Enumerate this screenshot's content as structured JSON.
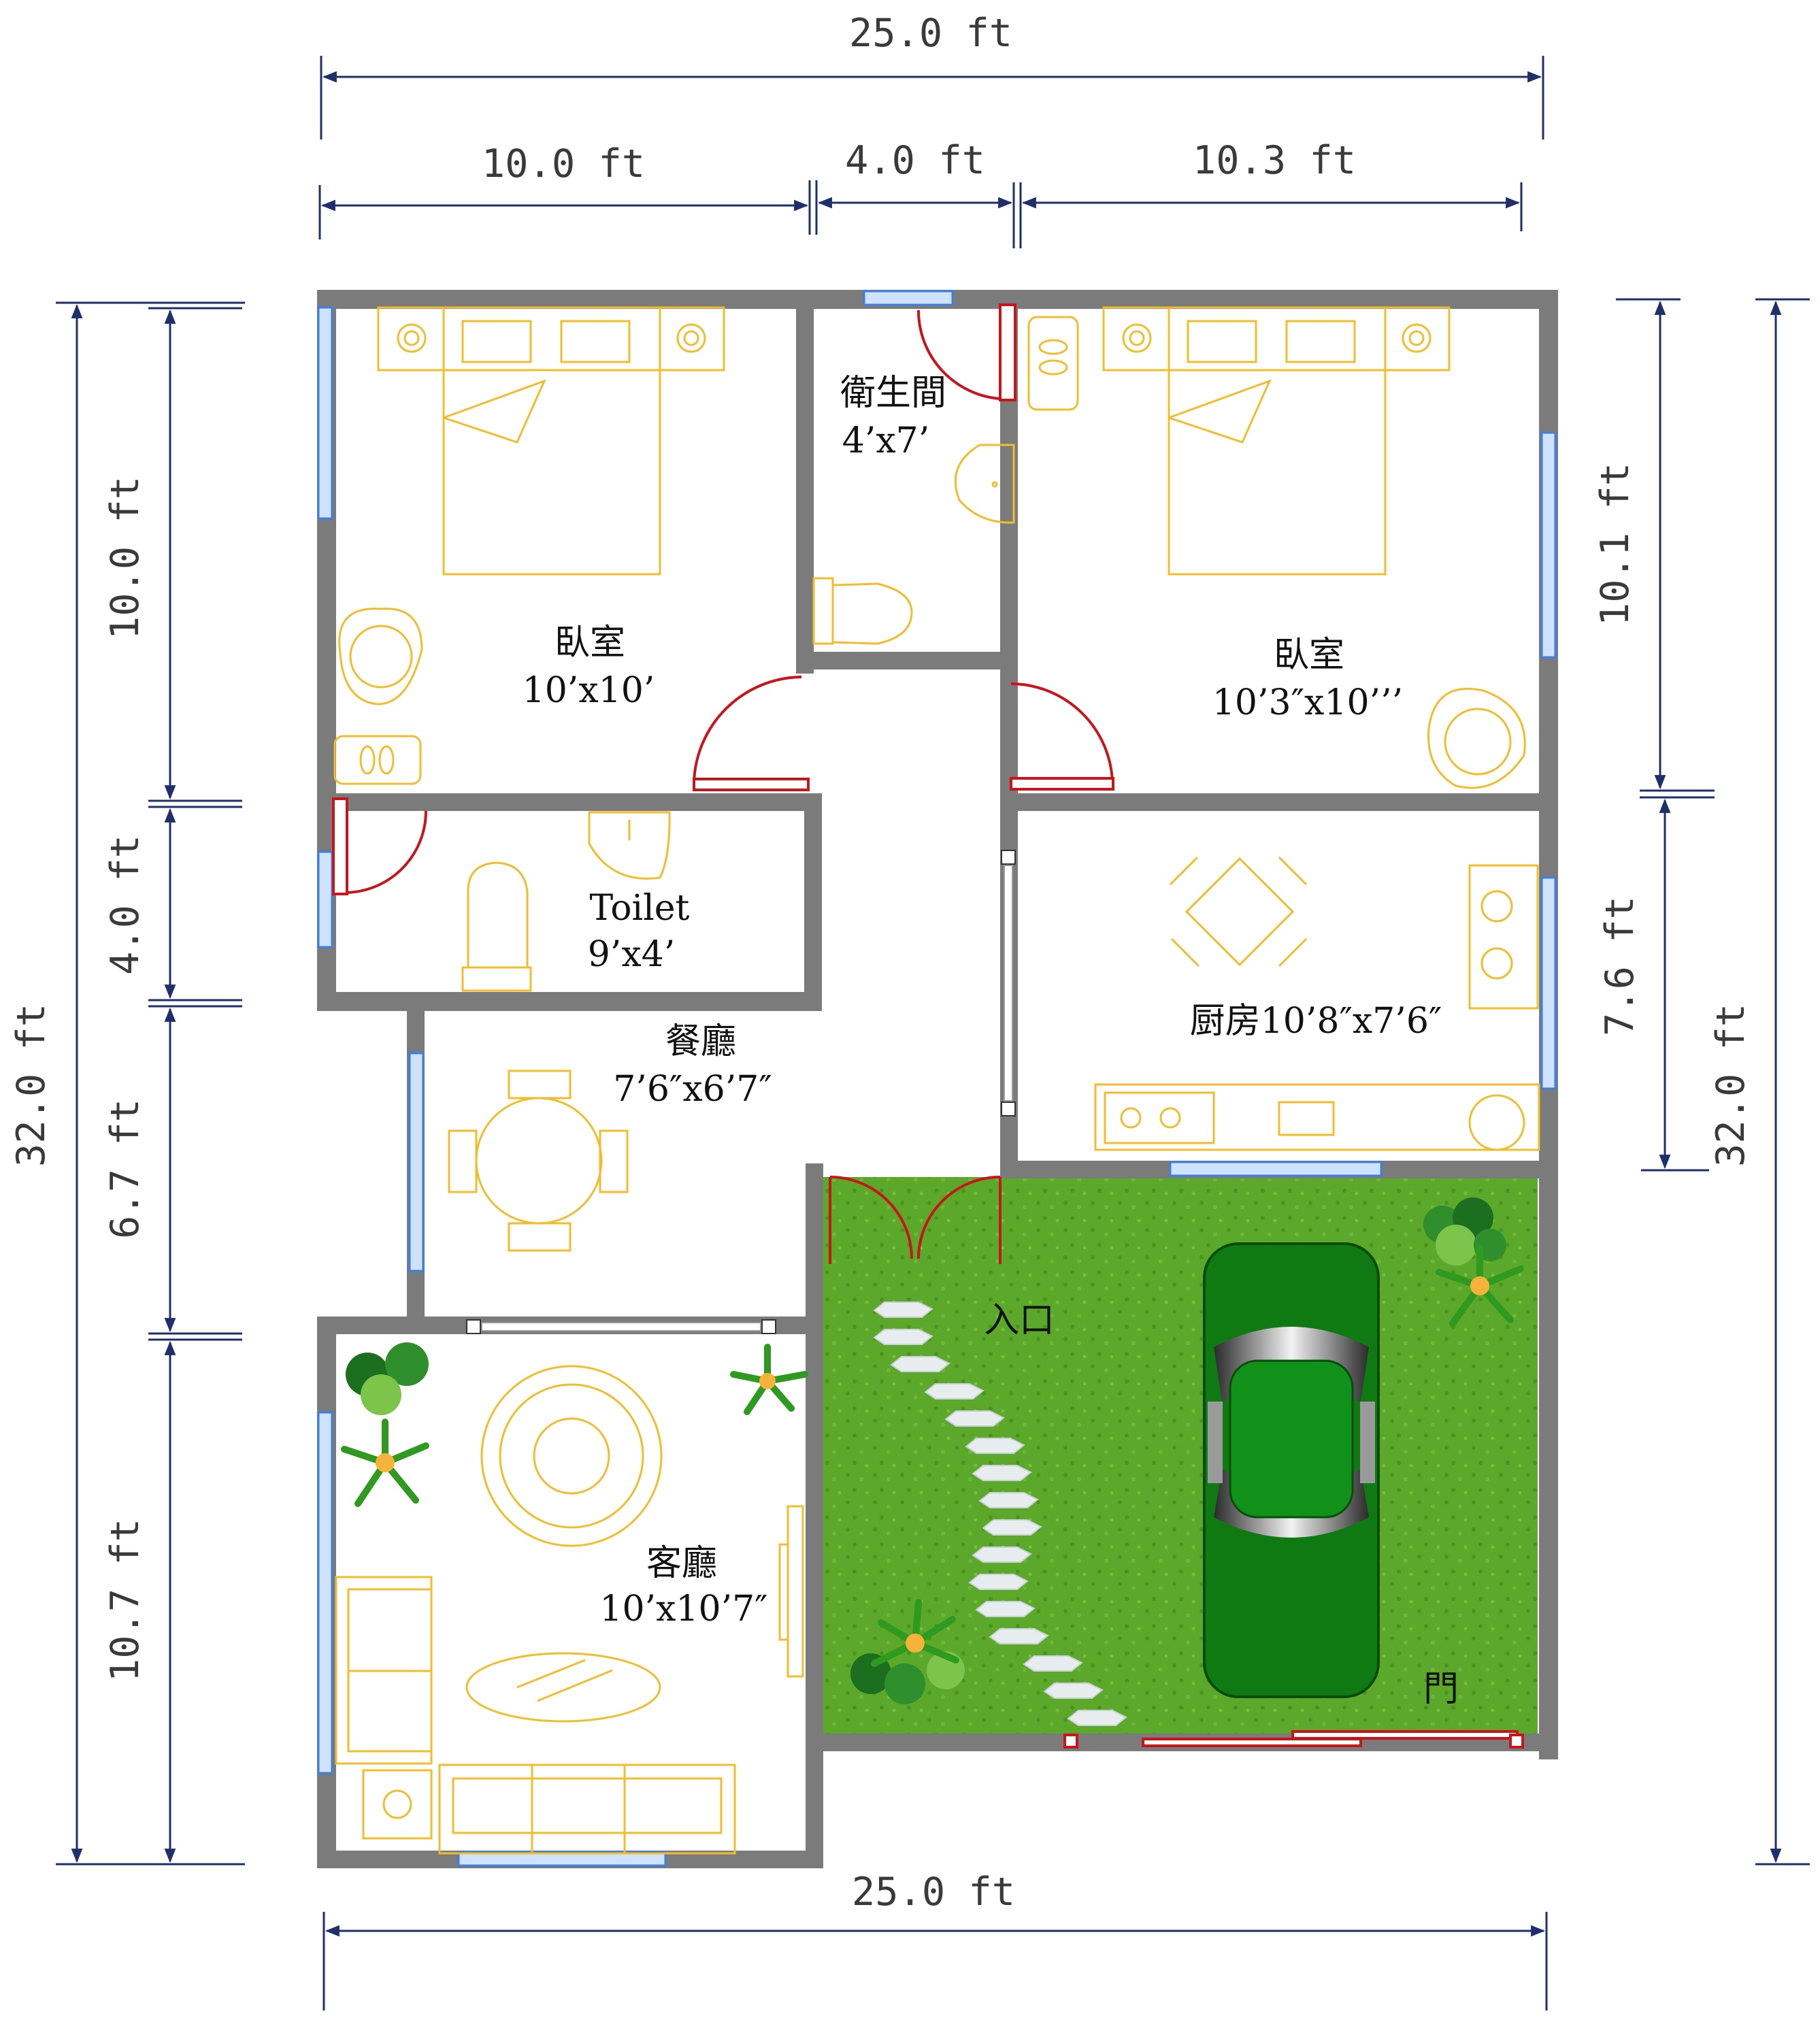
{
  "plan": {
    "overall_width_top": "25.0 ft",
    "overall_width_bottom": "25.0 ft",
    "overall_height_left": "32.0 ft",
    "overall_height_right": "32.0 ft",
    "top_segments": [
      "10.0 ft",
      "4.0 ft",
      "10.3 ft"
    ],
    "left_segments": [
      "10.0 ft",
      "4.0 ft",
      "6.7 ft",
      "10.7 ft"
    ],
    "right_segments": [
      "10.1 ft",
      "7.6 ft"
    ]
  },
  "rooms": {
    "bedroom_left": {
      "name": "臥室",
      "size": "10’x10’"
    },
    "bathroom": {
      "name": "衛生間",
      "size": "4’x7’"
    },
    "bedroom_right": {
      "name": "臥室",
      "size": "10’3″x10’’’"
    },
    "toilet": {
      "name": "Toilet",
      "size": "9’x4’"
    },
    "dining": {
      "name": "餐廳",
      "size": "7’6″x6’7″"
    },
    "kitchen": {
      "label": "厨房10’8″x7’6″"
    },
    "living": {
      "name": "客廳",
      "size": "10’x10’7″"
    },
    "entrance": {
      "label": "入口"
    },
    "gate": {
      "label": "門"
    }
  },
  "colors": {
    "wall": "#7b7b7b",
    "furniture": "#f2bd2c",
    "door": "#c8141a",
    "window": "#3d7fe0",
    "dimension": "#1f2f6b",
    "lawn": "#5ca82a",
    "car": "#0f7a12"
  }
}
